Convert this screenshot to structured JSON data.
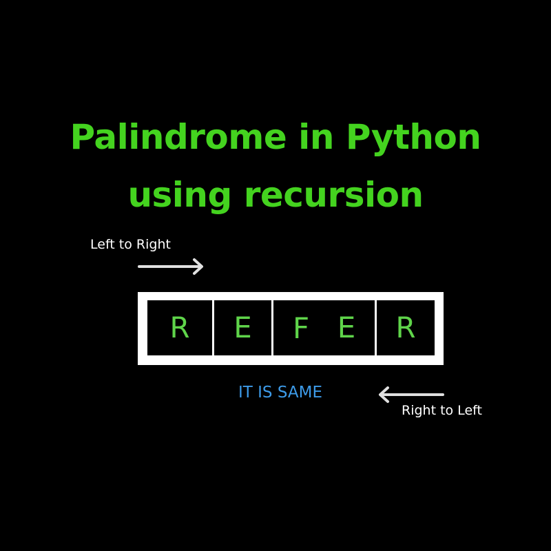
{
  "title": {
    "line1": "Palindrome in Python",
    "line2": "using recursion"
  },
  "direction_labels": {
    "left_to_right": "Left to Right",
    "right_to_left": "Right to Left"
  },
  "word": {
    "letters": [
      "R",
      "E",
      "F",
      "E",
      "R"
    ]
  },
  "result_text": "IT IS SAME",
  "icons": {
    "ltr_arrow": "arrow-right-icon",
    "rtl_arrow": "arrow-left-icon"
  },
  "colors": {
    "background": "#000000",
    "title": "#44d31f",
    "letters": "#5fd44a",
    "result": "#3d9be9",
    "labels": "#ffffff",
    "arrows": "#e0e0e0",
    "box_border": "#ffffff"
  }
}
